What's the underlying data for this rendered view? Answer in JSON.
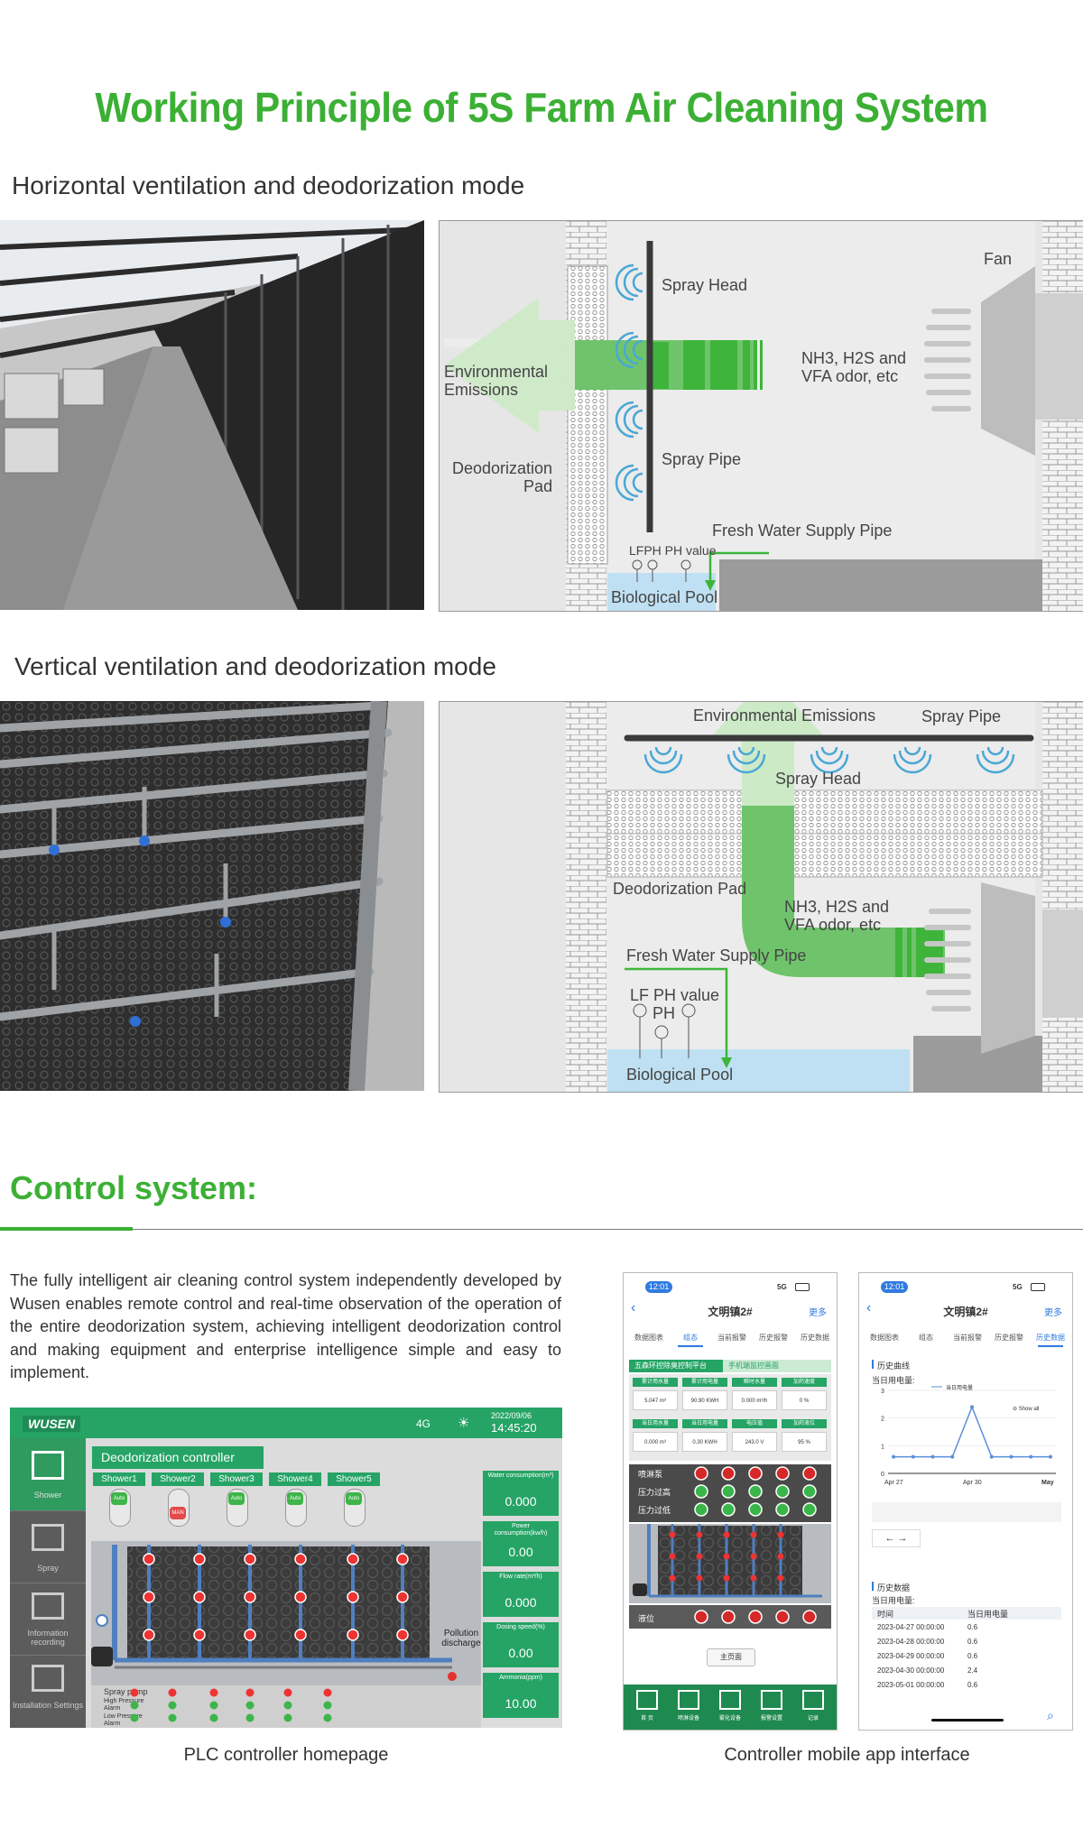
{
  "main_title": "Working Principle of 5S Farm Air Cleaning System",
  "horizontal": {
    "title": "Horizontal ventilation and deodorization mode",
    "labels": {
      "spray_head": "Spray Head",
      "fan": "Fan",
      "gases": "NH3, H2S and\nVFA odor, etc",
      "emissions": "Environmental\nEmissions",
      "spray_pipe": "Spray Pipe",
      "pad": "Deodorization\nPad",
      "fresh_water": "Fresh Water Supply Pipe",
      "lf_ph": "LFPH PH value",
      "pool": "Biological Pool"
    }
  },
  "vertical": {
    "title": "Vertical ventilation and deodorization mode",
    "labels": {
      "emissions": "Environmental Emissions",
      "spray_pipe": "Spray Pipe",
      "spray_head": "Spray Head",
      "pad": "Deodorization Pad",
      "gases": "NH3, H2S and\nVFA odor, etc",
      "fresh_water": "Fresh Water Supply Pipe",
      "lf_ph": "LF PH value",
      "ph": "PH",
      "pool": "Biological Pool"
    }
  },
  "control": {
    "title": "Control system:",
    "description": "The fully intelligent air cleaning control system independently developed by Wusen enables remote control and real-time observation of the operation of the entire deodorization system, achieving intelligent deodorization control and making equipment and enterprise intelligence simple and easy to implement.",
    "caption_plc": "PLC controller homepage",
    "caption_app": "Controller mobile app interface"
  },
  "plc": {
    "logo": "WUSEN",
    "signal": "4G",
    "date": "2022/09/06",
    "time": "14:45:20",
    "header": "Deodorization controller",
    "nav": [
      "Shower",
      "Spray",
      "Information recording",
      "Installation Settings"
    ],
    "showers": [
      {
        "name": "Shower1",
        "mode": "Auto"
      },
      {
        "name": "Shower2",
        "mode": "MAN"
      },
      {
        "name": "Shower3",
        "mode": "Auto"
      },
      {
        "name": "Shower4",
        "mode": "Auto"
      },
      {
        "name": "Shower5",
        "mode": "Auto"
      }
    ],
    "metrics": [
      {
        "label": "Water consumption(m³)",
        "value": "0.000"
      },
      {
        "label": "Power consumption(kw/h)",
        "value": "0.00"
      },
      {
        "label": "Flow rate(m³/h)",
        "value": "0.000"
      },
      {
        "label": "Dosing speed(%)",
        "value": "0.00"
      },
      {
        "label": "Ammonia(ppm)",
        "value": "10.00"
      }
    ],
    "pollution": "Pollution discharge",
    "status_rows": [
      "Spray pump",
      "High Pressure Alarm",
      "Low Pressure Alarm"
    ]
  },
  "app1": {
    "time": "12:01",
    "signal": "5G",
    "title": "文明镇2#",
    "more": "更多",
    "tabs": [
      "数据图表",
      "组态",
      "当前报警",
      "历史报警",
      "历史数据"
    ],
    "banner1": "五森环控除臭控制平台",
    "banner2": "手机端监控画面",
    "cells": [
      {
        "label": "累计用水量",
        "value": "5.047 m³"
      },
      {
        "label": "累计用电量",
        "value": "90.90 KWH"
      },
      {
        "label": "瞬时水量",
        "value": "0.000 m³/h"
      },
      {
        "label": "加药速度",
        "value": "0 %"
      },
      {
        "label": "当日用水量",
        "value": "0.000 m³"
      },
      {
        "label": "当日用电量",
        "value": "0.30 KWH"
      },
      {
        "label": "电压值",
        "value": "243.0 V"
      },
      {
        "label": "加药液位",
        "value": "95 %"
      }
    ],
    "rows": [
      "喷淋泵",
      "压力过高",
      "压力过低"
    ],
    "level": "液位",
    "button": "主页面",
    "bottom_nav": [
      "首 页",
      "喷淋设备",
      "雾化设备",
      "报警设置",
      "记录"
    ]
  },
  "app2": {
    "time": "12:01",
    "signal": "5G",
    "title": "文明镇2#",
    "more": "更多",
    "tabs": [
      "数据图表",
      "组态",
      "当前报警",
      "历史报警",
      "历史数据"
    ],
    "curve_title": "历史曲线",
    "curve_sub": "当日用电量:",
    "legend": "当日用电量",
    "show_all": "Show all",
    "data_title": "历史数据",
    "data_sub": "当日用电量:",
    "col_time": "时间",
    "col_value": "当日用电量",
    "records": [
      {
        "time": "2023-04-27 00:00:00",
        "value": "0.6"
      },
      {
        "time": "2023-04-28 00:00:00",
        "value": "0.6"
      },
      {
        "time": "2023-04-29 00:00:00",
        "value": "0.6"
      },
      {
        "time": "2023-04-30 00:00:00",
        "value": "2.4"
      },
      {
        "time": "2023-05-01 00:00:00",
        "value": "0.6"
      }
    ],
    "chart_data": {
      "type": "line",
      "title": "",
      "xlabel": "",
      "ylabel": "",
      "x_ticks": [
        "Apr 27",
        "Apr 30",
        "May"
      ],
      "y_ticks": [
        "0",
        "1",
        "2",
        "3"
      ],
      "ylim": [
        0,
        3
      ],
      "series": [
        {
          "name": "当日用电量",
          "values": [
            0.6,
            0.6,
            0.6,
            0.6,
            2.4,
            0.6,
            0.6,
            0.6,
            0.6
          ]
        }
      ],
      "color": "#5b8fd6"
    }
  }
}
